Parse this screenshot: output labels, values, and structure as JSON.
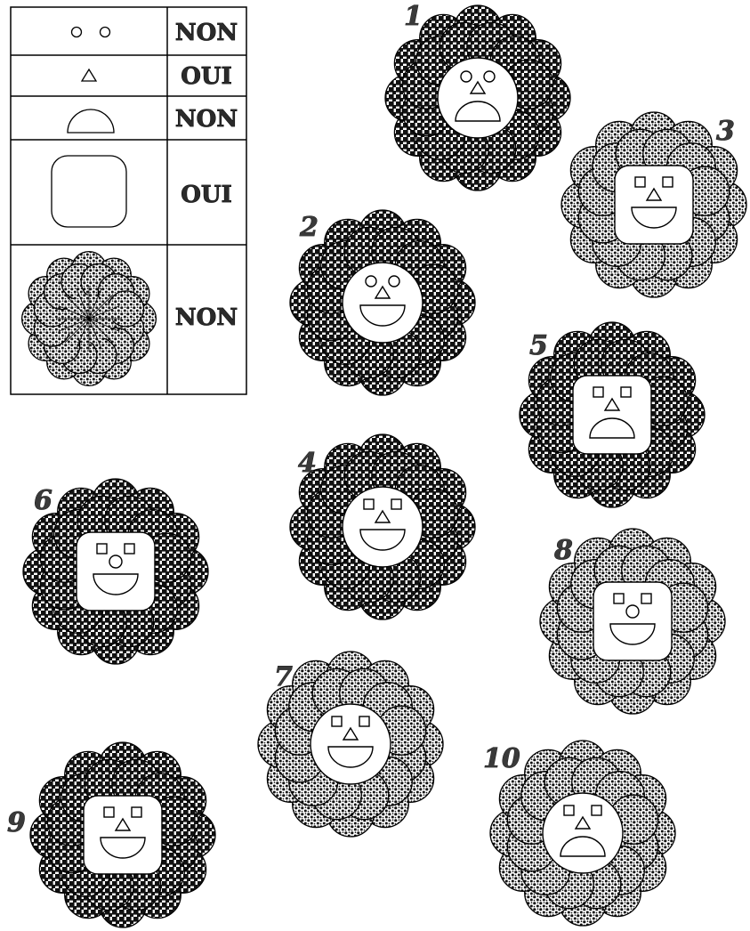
{
  "legend": {
    "rows": [
      {
        "feature": "round-eyes",
        "answer": "NON"
      },
      {
        "feature": "triangle-nose",
        "answer": "OUI"
      },
      {
        "feature": "semicircle-mouth",
        "answer": "NON"
      },
      {
        "feature": "rounded-square-face",
        "answer": "OUI"
      },
      {
        "feature": "dotted-flower",
        "answer": "NON"
      }
    ]
  },
  "flowers": [
    {
      "number": "1",
      "pattern": "check",
      "face": "circle",
      "eyes": "round",
      "nose": "triangle",
      "mouth": "frown"
    },
    {
      "number": "2",
      "pattern": "check",
      "face": "circle",
      "eyes": "round",
      "nose": "triangle",
      "mouth": "smile"
    },
    {
      "number": "3",
      "pattern": "dots",
      "face": "square",
      "eyes": "square",
      "nose": "triangle",
      "mouth": "smile"
    },
    {
      "number": "4",
      "pattern": "check",
      "face": "circle",
      "eyes": "square",
      "nose": "triangle",
      "mouth": "smile"
    },
    {
      "number": "5",
      "pattern": "check",
      "face": "square",
      "eyes": "square",
      "nose": "triangle",
      "mouth": "frown"
    },
    {
      "number": "6",
      "pattern": "check",
      "face": "square",
      "eyes": "square",
      "nose": "circle",
      "mouth": "smile"
    },
    {
      "number": "7",
      "pattern": "dots",
      "face": "circle",
      "eyes": "square",
      "nose": "triangle",
      "mouth": "smile"
    },
    {
      "number": "8",
      "pattern": "dots",
      "face": "square",
      "eyes": "square",
      "nose": "circle",
      "mouth": "smile"
    },
    {
      "number": "9",
      "pattern": "check",
      "face": "square",
      "eyes": "square",
      "nose": "triangle",
      "mouth": "smile"
    },
    {
      "number": "10",
      "pattern": "dots",
      "face": "circle",
      "eyes": "square",
      "nose": "triangle",
      "mouth": "frown"
    }
  ]
}
